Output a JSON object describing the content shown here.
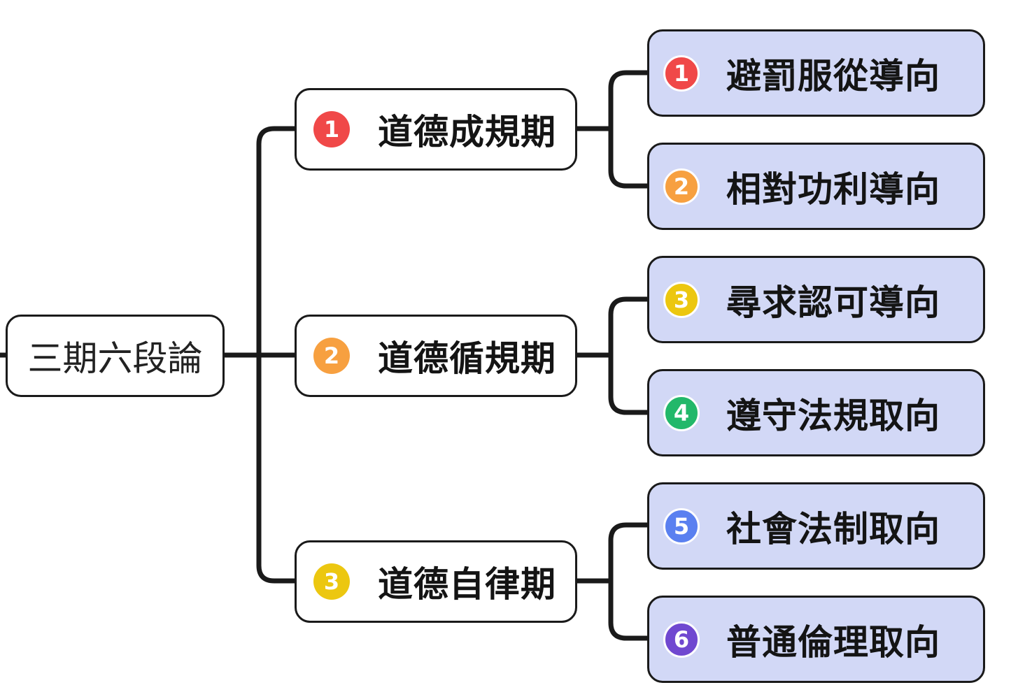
{
  "root": {
    "label": "三期六段論"
  },
  "stages": [
    {
      "num": "1",
      "label": "道德成規期",
      "color": "#f04848"
    },
    {
      "num": "2",
      "label": "道德循規期",
      "color": "#f7a040"
    },
    {
      "num": "3",
      "label": "道德自律期",
      "color": "#ecc710"
    }
  ],
  "leaves": [
    {
      "num": "1",
      "label": "避罰服從導向",
      "color": "#f04848"
    },
    {
      "num": "2",
      "label": "相對功利導向",
      "color": "#f7a040"
    },
    {
      "num": "3",
      "label": "尋求認可導向",
      "color": "#ecc710"
    },
    {
      "num": "4",
      "label": "遵守法規取向",
      "color": "#22b86a"
    },
    {
      "num": "5",
      "label": "社會法制取向",
      "color": "#5a80f0"
    },
    {
      "num": "6",
      "label": "普通倫理取向",
      "color": "#7048d0"
    }
  ]
}
